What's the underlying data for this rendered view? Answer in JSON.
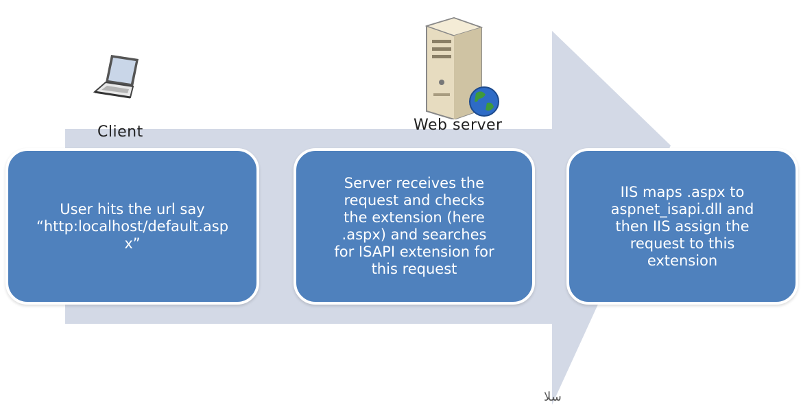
{
  "nodes": {
    "client": {
      "label": "Client",
      "icon": "laptop-icon"
    },
    "server": {
      "label": "Web server",
      "icon": "server-tower-globe-icon"
    }
  },
  "steps": [
    {
      "text": "User hits the url say\n“http:localhost/default.asp\nx”"
    },
    {
      "text": "Server receives the\nrequest and checks\nthe extension (here\n.aspx) and searches\nfor ISAPI extension for\nthis request"
    },
    {
      "text": "IIS maps .aspx to\naspnet_isapi.dll and\nthen IIS assign the\nrequest to this\nextension"
    }
  ],
  "watermark": "ﺳﻼ",
  "colors": {
    "arrow": "#d3d9e6",
    "box": "#4f81bd",
    "box_border": "#ffffff"
  }
}
